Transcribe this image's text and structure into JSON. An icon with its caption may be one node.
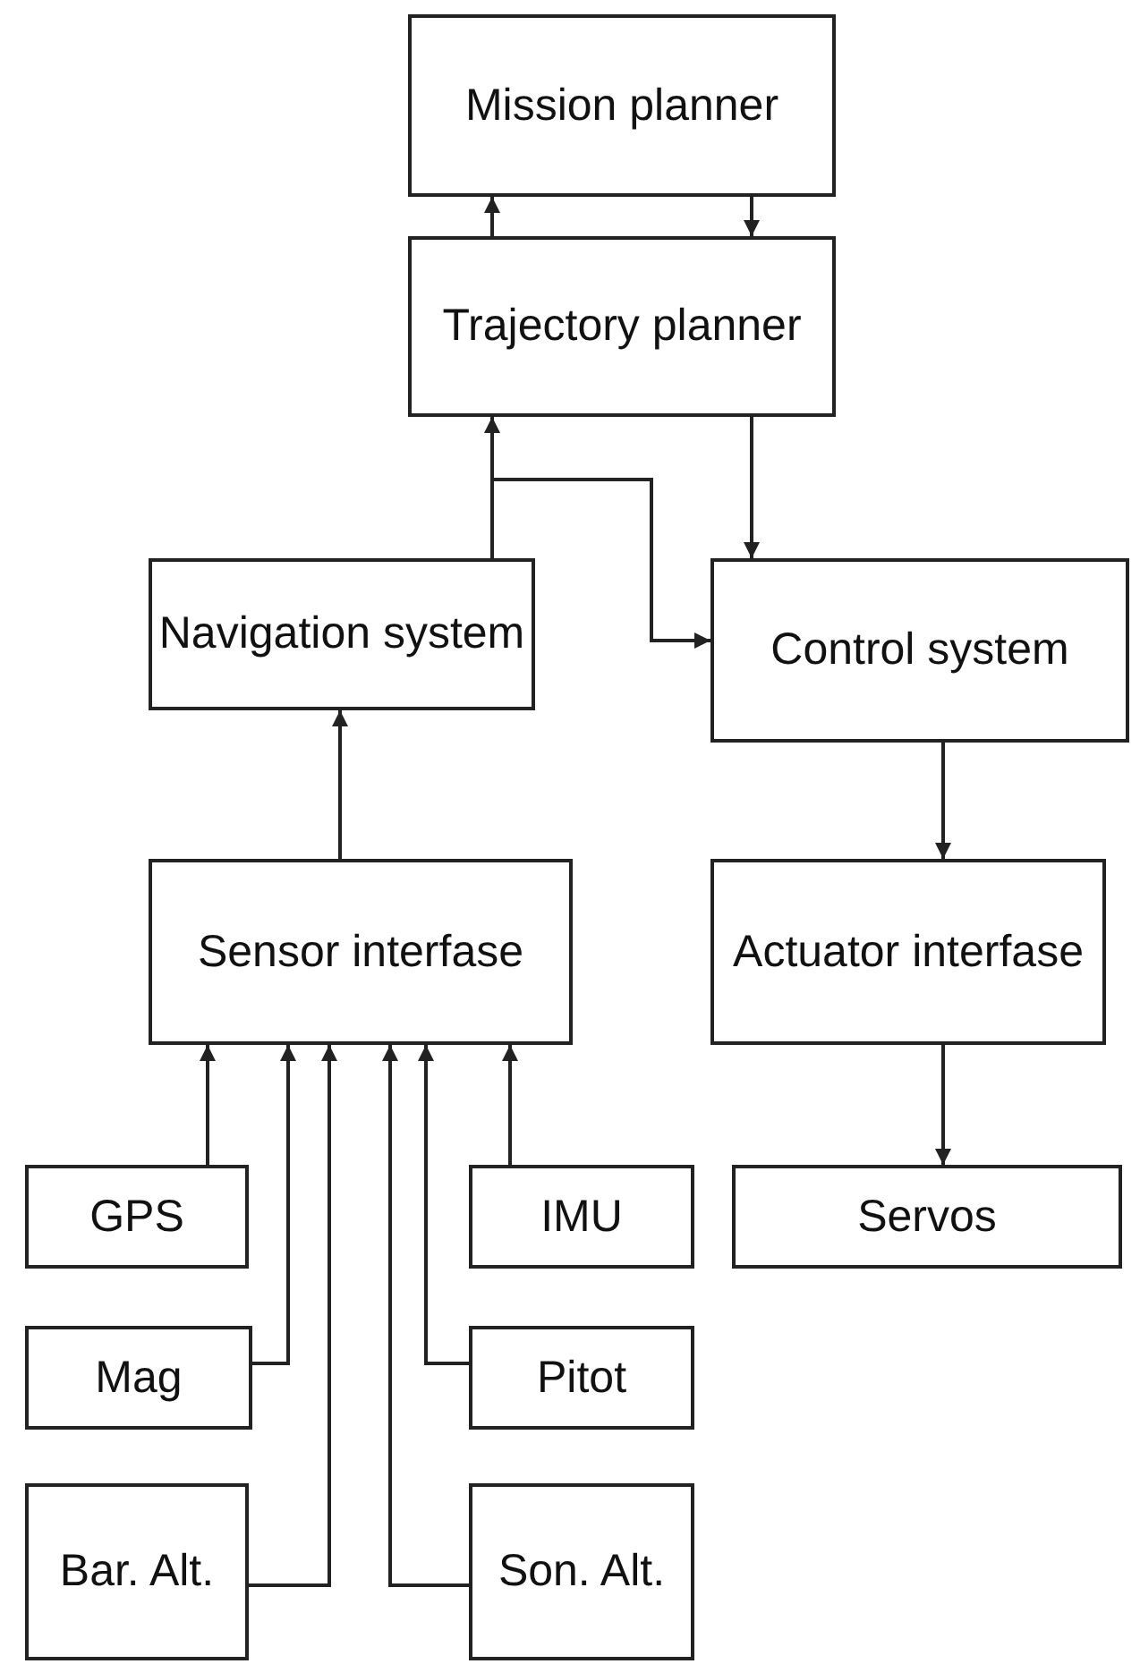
{
  "diagram": {
    "nodes": [
      {
        "text": [
          "Mission planner"
        ]
      },
      {
        "text": [
          "Trajectory planner"
        ]
      },
      {
        "text": [
          "Navigation system"
        ]
      },
      {
        "text": [
          "Control system"
        ]
      },
      {
        "text": [
          "Sensor interfase"
        ]
      },
      {
        "text": [
          "Actuator interfase"
        ]
      },
      {
        "text": [
          "GPS"
        ]
      },
      {
        "text": [
          "IMU"
        ]
      },
      {
        "text": [
          "Servos"
        ]
      },
      {
        "text": [
          "Mag"
        ]
      },
      {
        "text": [
          "Pitot"
        ]
      },
      {
        "text": [
          "Bar. Alt."
        ]
      },
      {
        "text": [
          "Son. Alt."
        ]
      }
    ],
    "edges": [
      {
        "from": 1,
        "to": 0,
        "arrow": "to"
      },
      {
        "from": 0,
        "to": 1,
        "arrow": "to"
      },
      {
        "from": 2,
        "to": 1,
        "arrow": "to"
      },
      {
        "from": 2,
        "to": 3,
        "arrow": "to"
      },
      {
        "from": 1,
        "to": 3,
        "arrow": "to"
      },
      {
        "from": 4,
        "to": 2,
        "arrow": "to"
      },
      {
        "from": 3,
        "to": 5,
        "arrow": "to"
      },
      {
        "from": 5,
        "to": 8,
        "arrow": "to"
      },
      {
        "from": 6,
        "to": 4,
        "arrow": "to"
      },
      {
        "from": 9,
        "to": 4,
        "arrow": "to"
      },
      {
        "from": 11,
        "to": 4,
        "arrow": "to"
      },
      {
        "from": 12,
        "to": 4,
        "arrow": "to"
      },
      {
        "from": 10,
        "to": 4,
        "arrow": "to"
      },
      {
        "from": 7,
        "to": 4,
        "arrow": "to"
      }
    ]
  }
}
